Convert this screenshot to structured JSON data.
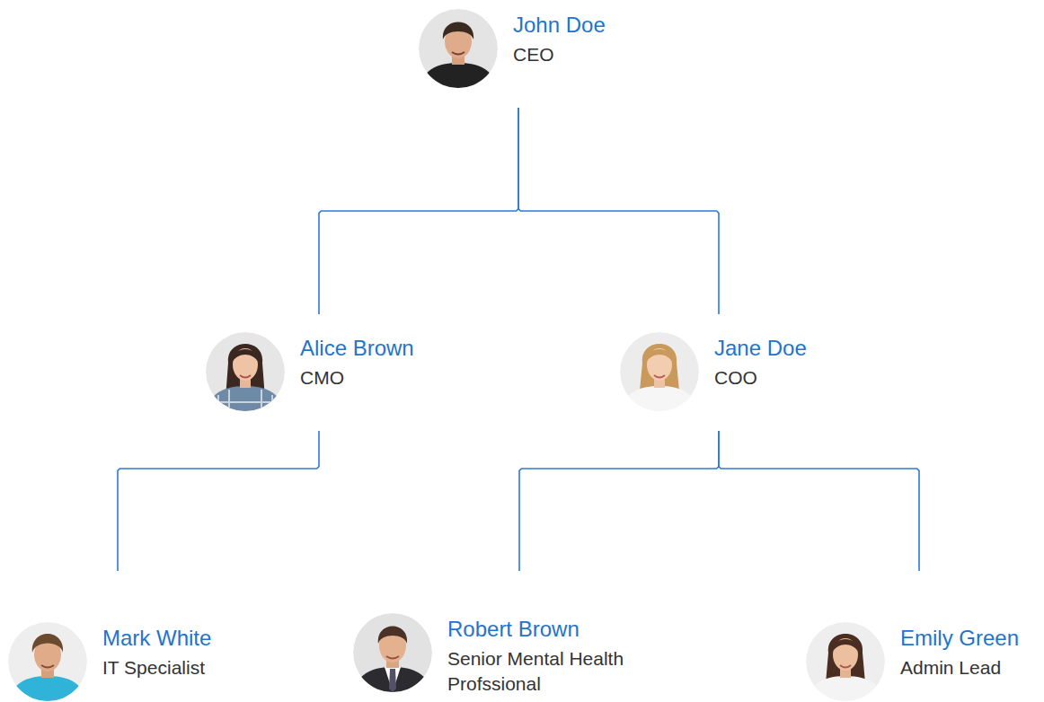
{
  "diagram": {
    "nodes": [
      {
        "text": [
          "John Doe",
          "CEO"
        ]
      },
      {
        "text": [
          "Alice Brown",
          "CMO"
        ]
      },
      {
        "text": [
          "Jane Doe",
          "COO"
        ]
      },
      {
        "text": [
          "Mark White",
          "IT Specialist"
        ]
      },
      {
        "text": [
          "Robert Brown",
          "Senior Mental Health Profssional"
        ]
      },
      {
        "text": [
          "Emily Green",
          "Admin Lead"
        ]
      }
    ],
    "edges": [
      {
        "from": 0,
        "to": 1,
        "arrow": "none"
      },
      {
        "from": 0,
        "to": 2,
        "arrow": "none"
      },
      {
        "from": 1,
        "to": 3,
        "arrow": "none"
      },
      {
        "from": 2,
        "to": 4,
        "arrow": "none"
      },
      {
        "from": 2,
        "to": 5,
        "arrow": "none"
      }
    ]
  }
}
